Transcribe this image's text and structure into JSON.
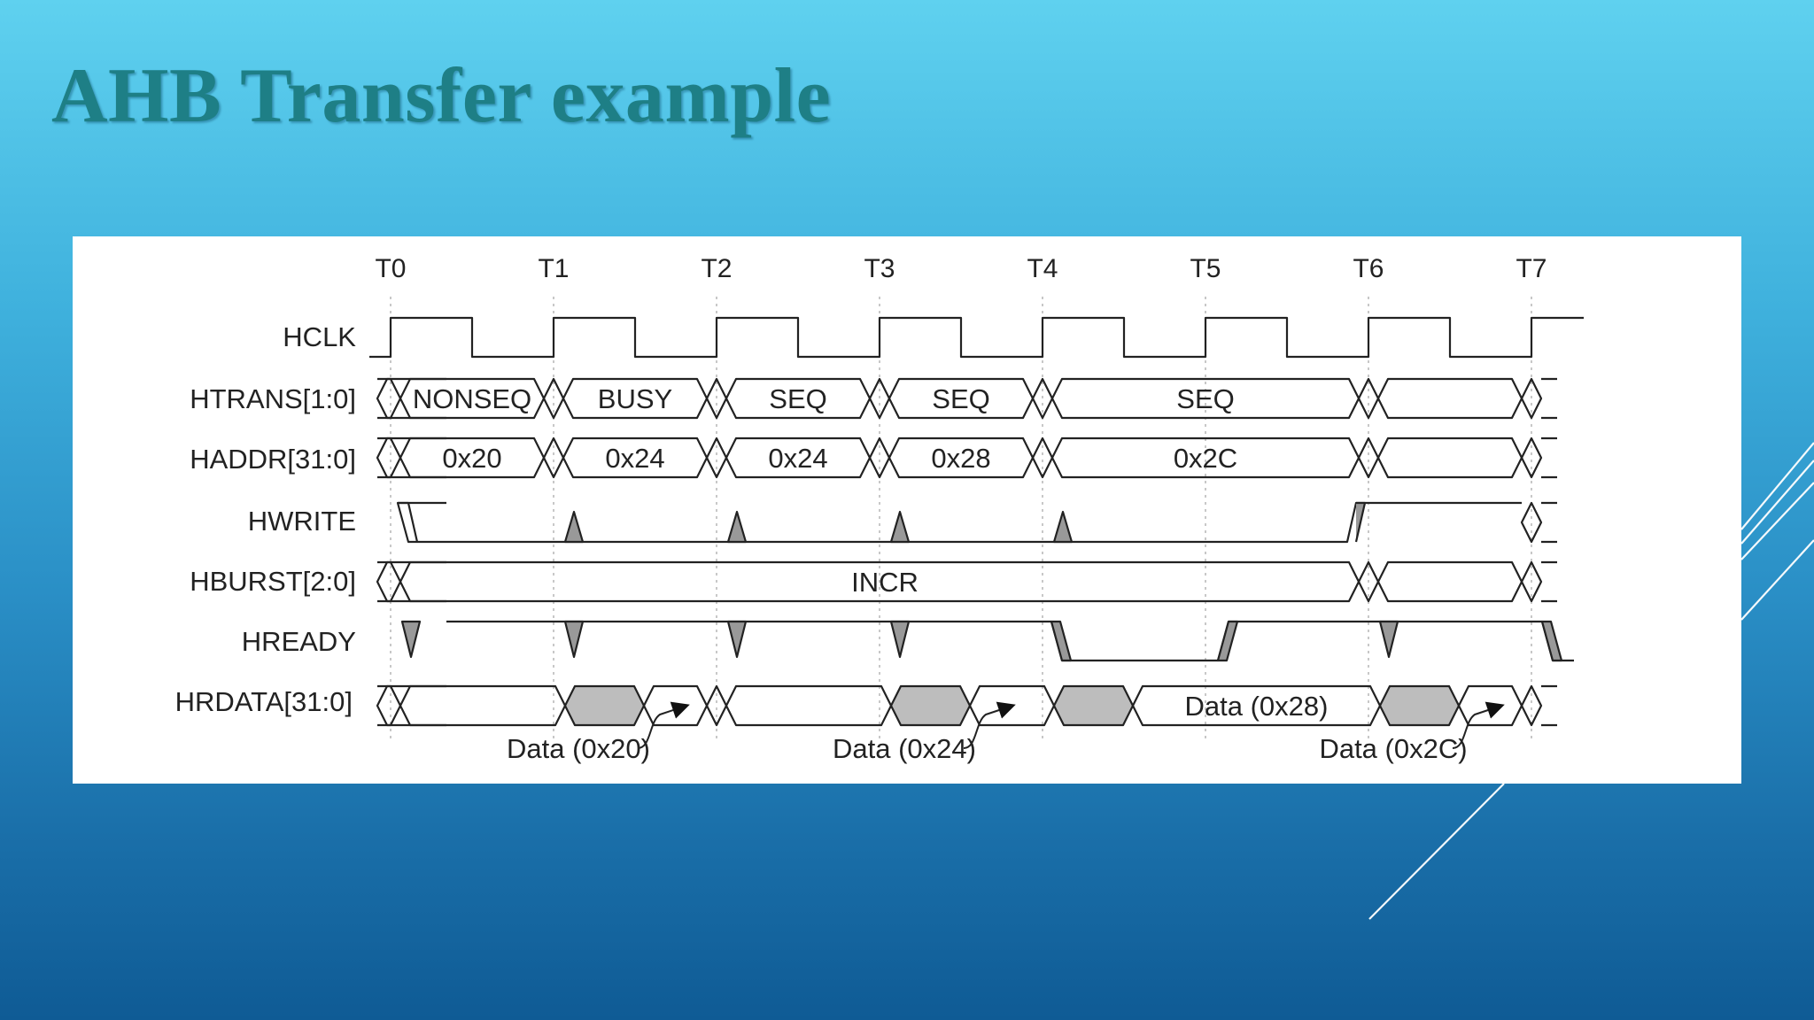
{
  "slide": {
    "title": "AHB Transfer example"
  },
  "diagram": {
    "clock_ticks": [
      "T0",
      "T1",
      "T2",
      "T3",
      "T4",
      "T5",
      "T6",
      "T7"
    ],
    "signals": {
      "hclk": "HCLK",
      "htrans": "HTRANS[1:0]",
      "haddr": "HADDR[31:0]",
      "hwrite": "HWRITE",
      "hburst": "HBURST[2:0]",
      "hready": "HREADY",
      "hrdata": "HRDATA[31:0]"
    },
    "htrans_values": [
      "NONSEQ",
      "BUSY",
      "SEQ",
      "SEQ",
      "SEQ"
    ],
    "haddr_values": [
      "0x20",
      "0x24",
      "0x24",
      "0x28",
      "0x2C"
    ],
    "hburst_value": "INCR",
    "hrdata_value": "Data (0x28)",
    "hrdata_annotations": [
      "Data (0x20)",
      "Data (0x24)",
      "Data (0x2C)"
    ]
  }
}
